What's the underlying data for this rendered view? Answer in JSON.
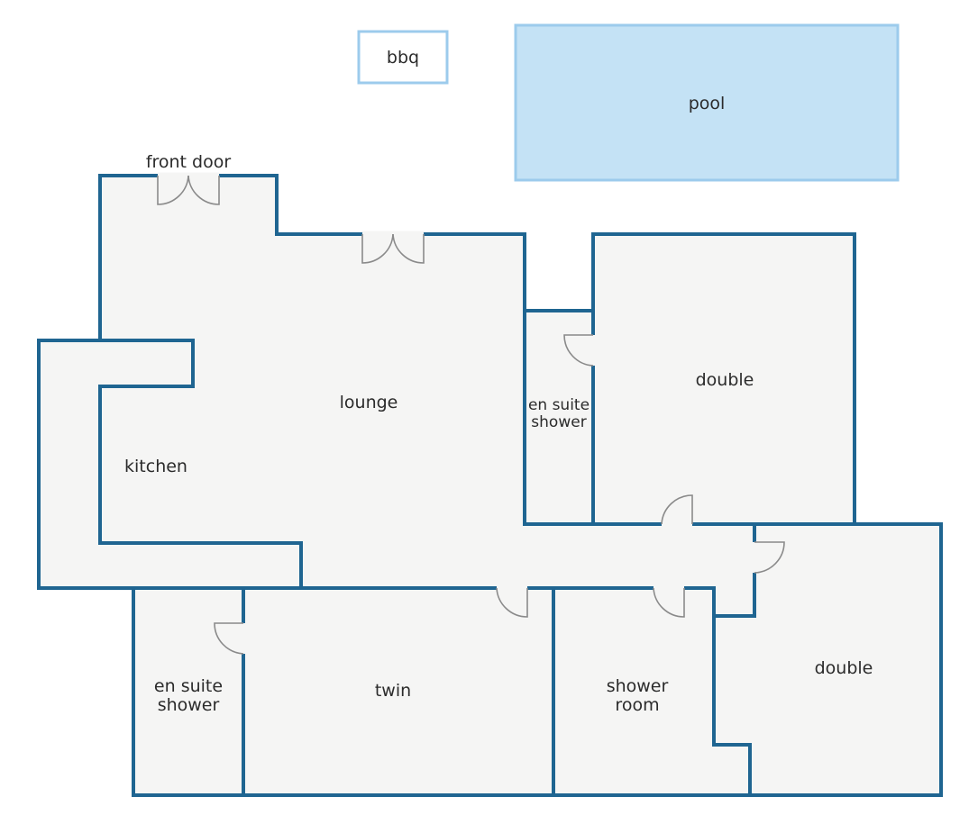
{
  "labels": {
    "bbq": "bbq",
    "pool": "pool",
    "front_door": "front door",
    "lounge": "lounge",
    "kitchen": "kitchen",
    "en_suite_1": "en suite",
    "shower_1": "shower",
    "double_1": "double",
    "en_suite_2": "en suite",
    "shower_2": "shower",
    "twin": "twin",
    "shower_room_1": "shower",
    "shower_room_2": "room",
    "double_2": "double"
  },
  "colors": {
    "wall": "#1f6591",
    "floor": "#f5f5f4",
    "pool_fill": "#c4e2f5",
    "pool_border": "#9ccbec",
    "door": "#8a8a8a"
  }
}
